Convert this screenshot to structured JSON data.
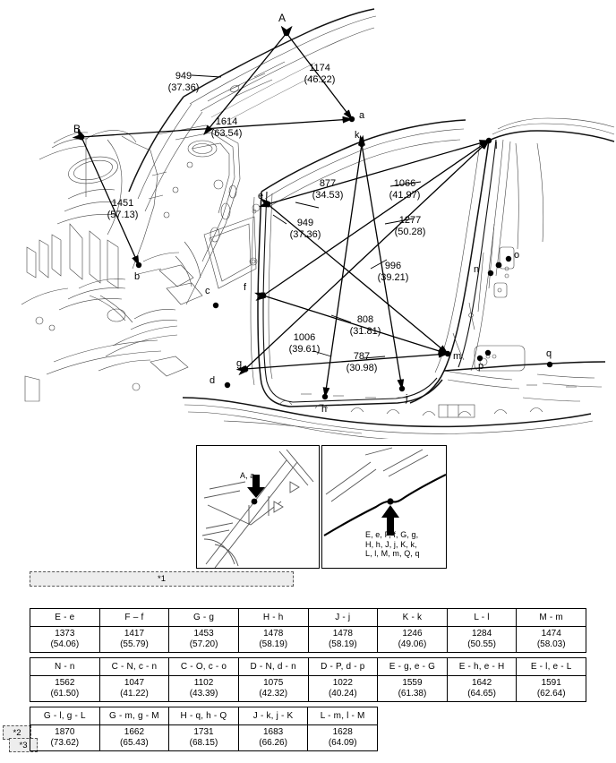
{
  "diagram": {
    "title": "body-dimension-measurement-diagram",
    "dimension_callouts": [
      {
        "id": "d949a",
        "mm": "949",
        "inch": "(37.36)"
      },
      {
        "id": "d1174",
        "mm": "1174",
        "inch": "(46.22)"
      },
      {
        "id": "d1614",
        "mm": "1614",
        "inch": "(63.54)"
      },
      {
        "id": "d1451",
        "mm": "1451",
        "inch": "(57.13)"
      },
      {
        "id": "d877",
        "mm": "877",
        "inch": "(34.53)"
      },
      {
        "id": "d1066",
        "mm": "1066",
        "inch": "(41.97)"
      },
      {
        "id": "d949b",
        "mm": "949",
        "inch": "(37.36)"
      },
      {
        "id": "d1277",
        "mm": "1277",
        "inch": "(50.28)"
      },
      {
        "id": "d996",
        "mm": "996",
        "inch": "(39.21)"
      },
      {
        "id": "d808",
        "mm": "808",
        "inch": "(31.81)"
      },
      {
        "id": "d1006",
        "mm": "1006",
        "inch": "(39.61)"
      },
      {
        "id": "d787",
        "mm": "787",
        "inch": "(30.98)"
      }
    ],
    "point_labels": [
      "A",
      "B",
      "a",
      "b",
      "c",
      "d",
      "e",
      "f",
      "g",
      "h",
      "j",
      "k",
      "l",
      "m",
      "n",
      "o",
      "p",
      "q"
    ]
  },
  "insets": {
    "left_caption": "A, a",
    "right_caption": "E, e, F, f, G, g,\nH, h, J, j, K, k,\nL, l, M, m, Q, q"
  },
  "notes": {
    "note1": "*1",
    "note2": "*2",
    "note3": "*3"
  },
  "tables": [
    {
      "id": "table-1",
      "headers": [
        "E - e",
        "F – f",
        "G - g",
        "H - h",
        "J - j",
        "K - k",
        "L - l",
        "M - m"
      ],
      "values_mm": [
        "1373",
        "1417",
        "1453",
        "1478",
        "1478",
        "1246",
        "1284",
        "1474"
      ],
      "values_in": [
        "(54.06)",
        "(55.79)",
        "(57.20)",
        "(58.19)",
        "(58.19)",
        "(49.06)",
        "(50.55)",
        "(58.03)"
      ]
    },
    {
      "id": "table-2",
      "headers": [
        "N - n",
        "C - N, c - n",
        "C - O, c - o",
        "D - N, d - n",
        "D - P, d - p",
        "E - g, e - G",
        "E - h, e - H",
        "E - l, e - L"
      ],
      "values_mm": [
        "1562",
        "1047",
        "1102",
        "1075",
        "1022",
        "1559",
        "1642",
        "1591"
      ],
      "values_in": [
        "(61.50)",
        "(41.22)",
        "(43.39)",
        "(42.32)",
        "(40.24)",
        "(61.38)",
        "(64.65)",
        "(62.64)"
      ]
    },
    {
      "id": "table-3",
      "headers": [
        "G - l, g - L",
        "G - m, g - M",
        "H - q, h - Q",
        "J - k, j - K",
        "L - m, l - M"
      ],
      "values_mm": [
        "1870",
        "1662",
        "1731",
        "1683",
        "1628"
      ],
      "values_in": [
        "(73.62)",
        "(65.43)",
        "(68.15)",
        "(66.26)",
        "(64.09)"
      ]
    }
  ]
}
